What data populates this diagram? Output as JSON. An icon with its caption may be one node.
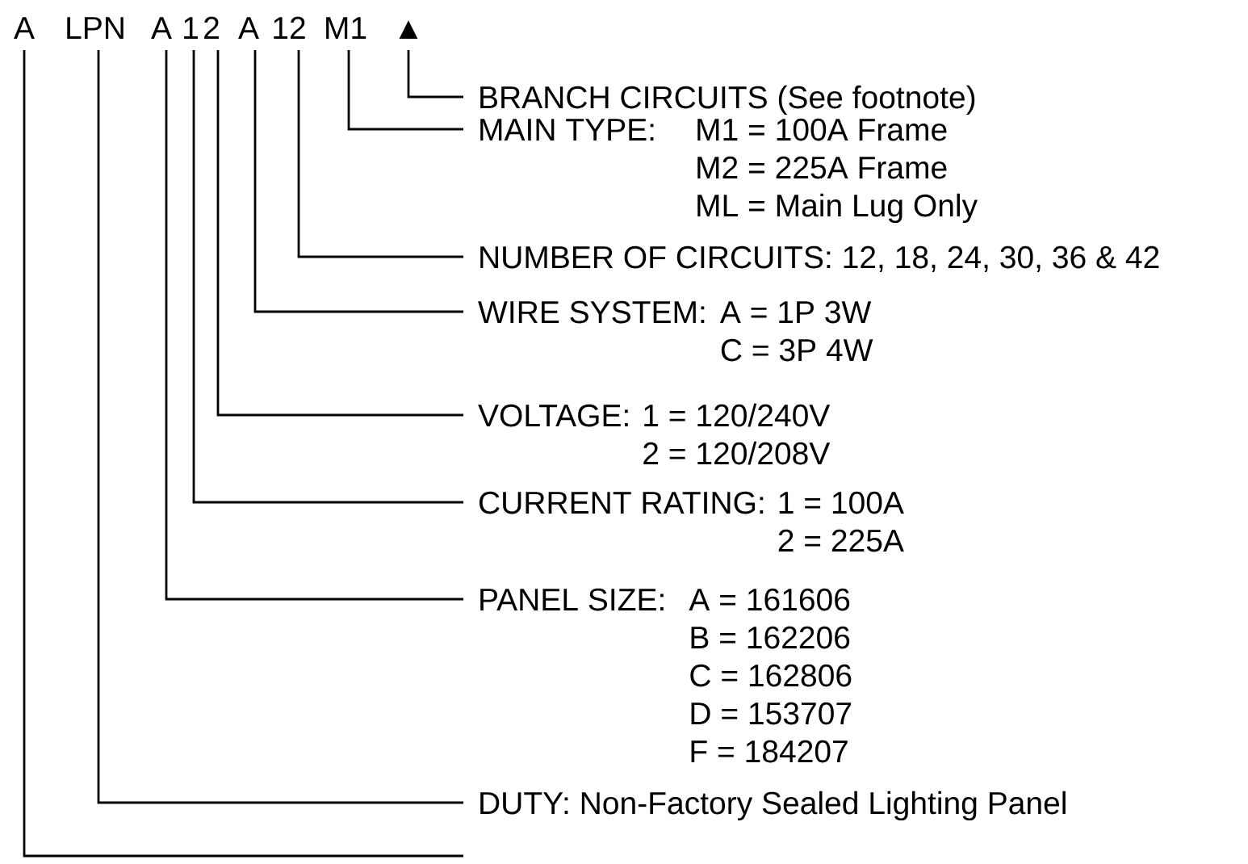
{
  "diagram": {
    "nodes": [
      {
        "text": [
          "A"
        ]
      },
      {
        "text": [
          "LPN"
        ]
      },
      {
        "text": [
          "A"
        ]
      },
      {
        "text": [
          "1"
        ]
      },
      {
        "text": [
          "2"
        ]
      },
      {
        "text": [
          "A"
        ]
      },
      {
        "text": [
          "12"
        ]
      },
      {
        "text": [
          "M1"
        ]
      },
      {
        "text": [
          "▲"
        ]
      },
      {
        "text": [
          "BRANCH CIRCUITS (See footnote)"
        ]
      },
      {
        "text": [
          "MAIN TYPE:",
          "M1 = 100A Frame",
          "M2 = 225A Frame",
          "ML = Main Lug Only"
        ]
      },
      {
        "text": [
          "NUMBER OF CIRCUITS: 12, 18, 24, 30, 36 & 42"
        ]
      },
      {
        "text": [
          "WIRE SYSTEM:",
          "A = 1P 3W",
          "C = 3P 4W"
        ]
      },
      {
        "text": [
          "VOLTAGE:",
          "1 = 120/240V",
          "2 = 120/208V"
        ]
      },
      {
        "text": [
          "CURRENT RATING:",
          "1 = 100A",
          "2 = 225A"
        ]
      },
      {
        "text": [
          "PANEL SIZE:",
          "A = 161606",
          "B = 162206",
          "C = 162806",
          "D = 153707",
          "F = 184207"
        ]
      },
      {
        "text": [
          "DUTY: Non-Factory Sealed Lighting Panel"
        ]
      }
    ],
    "edges": [
      {
        "from": 8,
        "to": 9,
        "arrow": "none"
      },
      {
        "from": 7,
        "to": 10,
        "arrow": "none"
      },
      {
        "from": 6,
        "to": 11,
        "arrow": "none"
      },
      {
        "from": 5,
        "to": 12,
        "arrow": "none"
      },
      {
        "from": 4,
        "to": 13,
        "arrow": "none"
      },
      {
        "from": 3,
        "to": 14,
        "arrow": "none"
      },
      {
        "from": 2,
        "to": 15,
        "arrow": "none"
      },
      {
        "from": 1,
        "to": 16,
        "arrow": "none"
      },
      {
        "from": 0,
        "to": null,
        "arrow": "none"
      }
    ]
  }
}
